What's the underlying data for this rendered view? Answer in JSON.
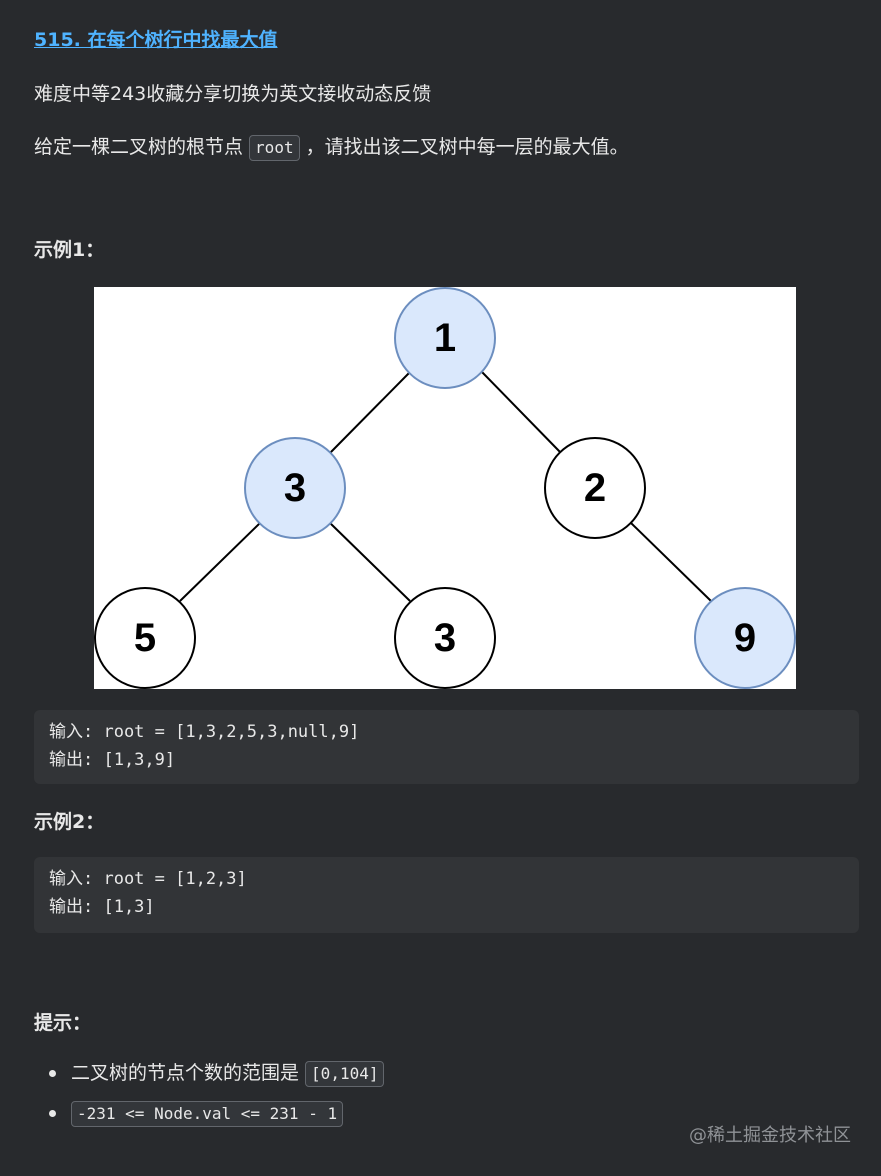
{
  "problem": {
    "title": "515. 在每个树行中找最大值",
    "meta": "难度中等243收藏分享切换为英文接收动态反馈",
    "desc_before": "给定一棵二叉树的根节点 ",
    "desc_code": "root",
    "desc_after": " ，请找出该二叉树中每一层的最大值。"
  },
  "example1": {
    "heading": "示例1：",
    "tree_nodes": [
      "1",
      "3",
      "2",
      "5",
      "3",
      "9"
    ],
    "input_line": "输入: root = [1,3,2,5,3,null,9]",
    "output_line": "输出: [1,3,9]"
  },
  "example2": {
    "heading": "示例2：",
    "input_line": "输入: root = [1,2,3]",
    "output_line": "输出: [1,3]"
  },
  "hints": {
    "heading": "提示：",
    "item1_text": "二叉树的节点个数的范围是 ",
    "item1_code": "[0,104]",
    "item2_code": "-231 <= Node.val <= 231 - 1"
  },
  "watermark": "@稀土掘金技术社区",
  "colors": {
    "background": "#282a2d",
    "title_link": "#4fb3ff",
    "highlight_node_fill": "#dae8fc",
    "highlight_node_stroke": "#6c8ebf"
  }
}
